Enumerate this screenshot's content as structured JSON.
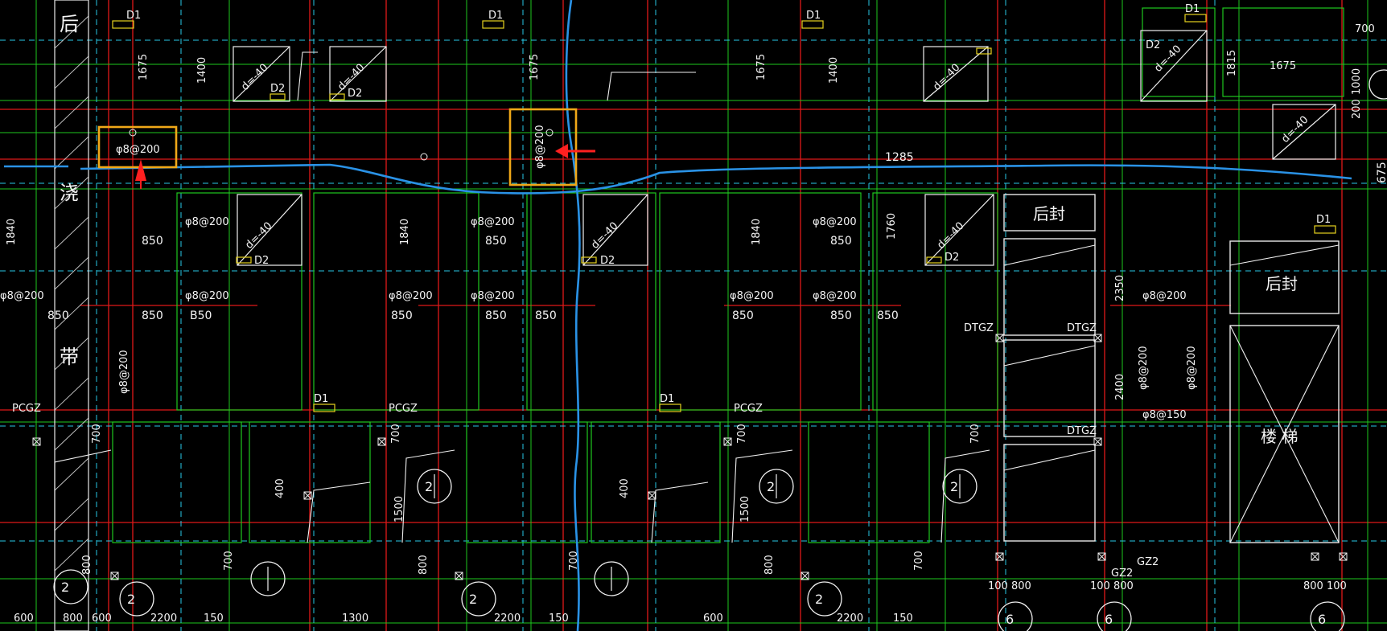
{
  "colors": {
    "background": "#000000",
    "axis_red": "#e01818",
    "wall_green": "#1ec81e",
    "dash_cyan": "#28c8e6",
    "markup_blue": "#2a92e6",
    "highlight_orange": "#f0a818",
    "arrow_red": "#ff2020",
    "text": "#ffffff",
    "door_yellow": "#e6d21e"
  },
  "side_labels": [
    "后",
    "浇",
    "带"
  ],
  "dims_top": [
    "1675",
    "1400",
    "1675",
    "1675",
    "1400",
    "1815",
    "1675",
    "700",
    "1000",
    "200"
  ],
  "dims_mid": [
    "1840",
    "1840",
    "1840",
    "1760",
    "2350",
    "2400"
  ],
  "dims_bottom": [
    "600",
    "800",
    "600",
    "2200",
    "150",
    "1300",
    "2200",
    "150",
    "600",
    "2200",
    "150"
  ],
  "dims_lower": [
    "700",
    "700",
    "700",
    "700",
    "700",
    "700",
    "800",
    "800",
    "800",
    "700",
    "400",
    "1500",
    "400",
    "1500",
    "100 800",
    "100 800",
    "800 100"
  ],
  "slab_short": [
    "850",
    "B50",
    "1285",
    "675"
  ],
  "rebar": [
    "φ8@200",
    "φ8@150"
  ],
  "slab_diag": "d=-40",
  "doors": [
    "D1",
    "D2"
  ],
  "columns": [
    "PCGZ",
    "DTGZ",
    "GZ2"
  ],
  "back_seal": "后封",
  "stair": "楼 梯",
  "axis_label": "2",
  "axis_label_b": "6"
}
